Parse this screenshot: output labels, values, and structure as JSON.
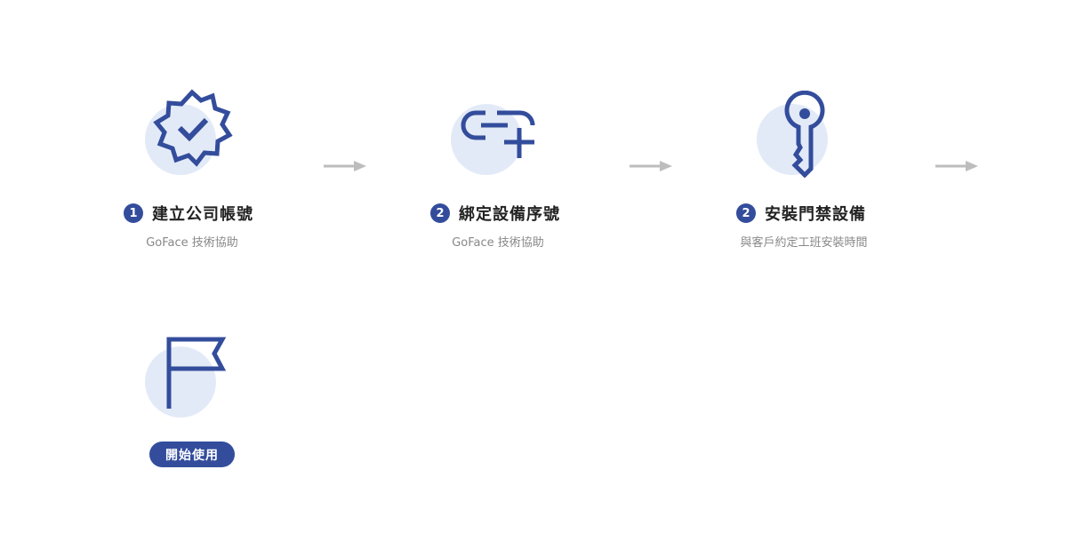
{
  "accent_color": "#334d9c",
  "steps": [
    {
      "number": "1",
      "title": "建立公司帳號",
      "subtitle": "GoFace 技術協助",
      "icon": "verified-badge-icon"
    },
    {
      "number": "2",
      "title": "綁定設備序號",
      "subtitle": "GoFace 技術協助",
      "icon": "link-add-icon"
    },
    {
      "number": "2",
      "title": "安裝門禁設備",
      "subtitle": "與客戶約定工班安裝時間",
      "icon": "key-icon"
    }
  ],
  "final_step": {
    "icon": "flag-icon",
    "button_label": "開始使用"
  }
}
